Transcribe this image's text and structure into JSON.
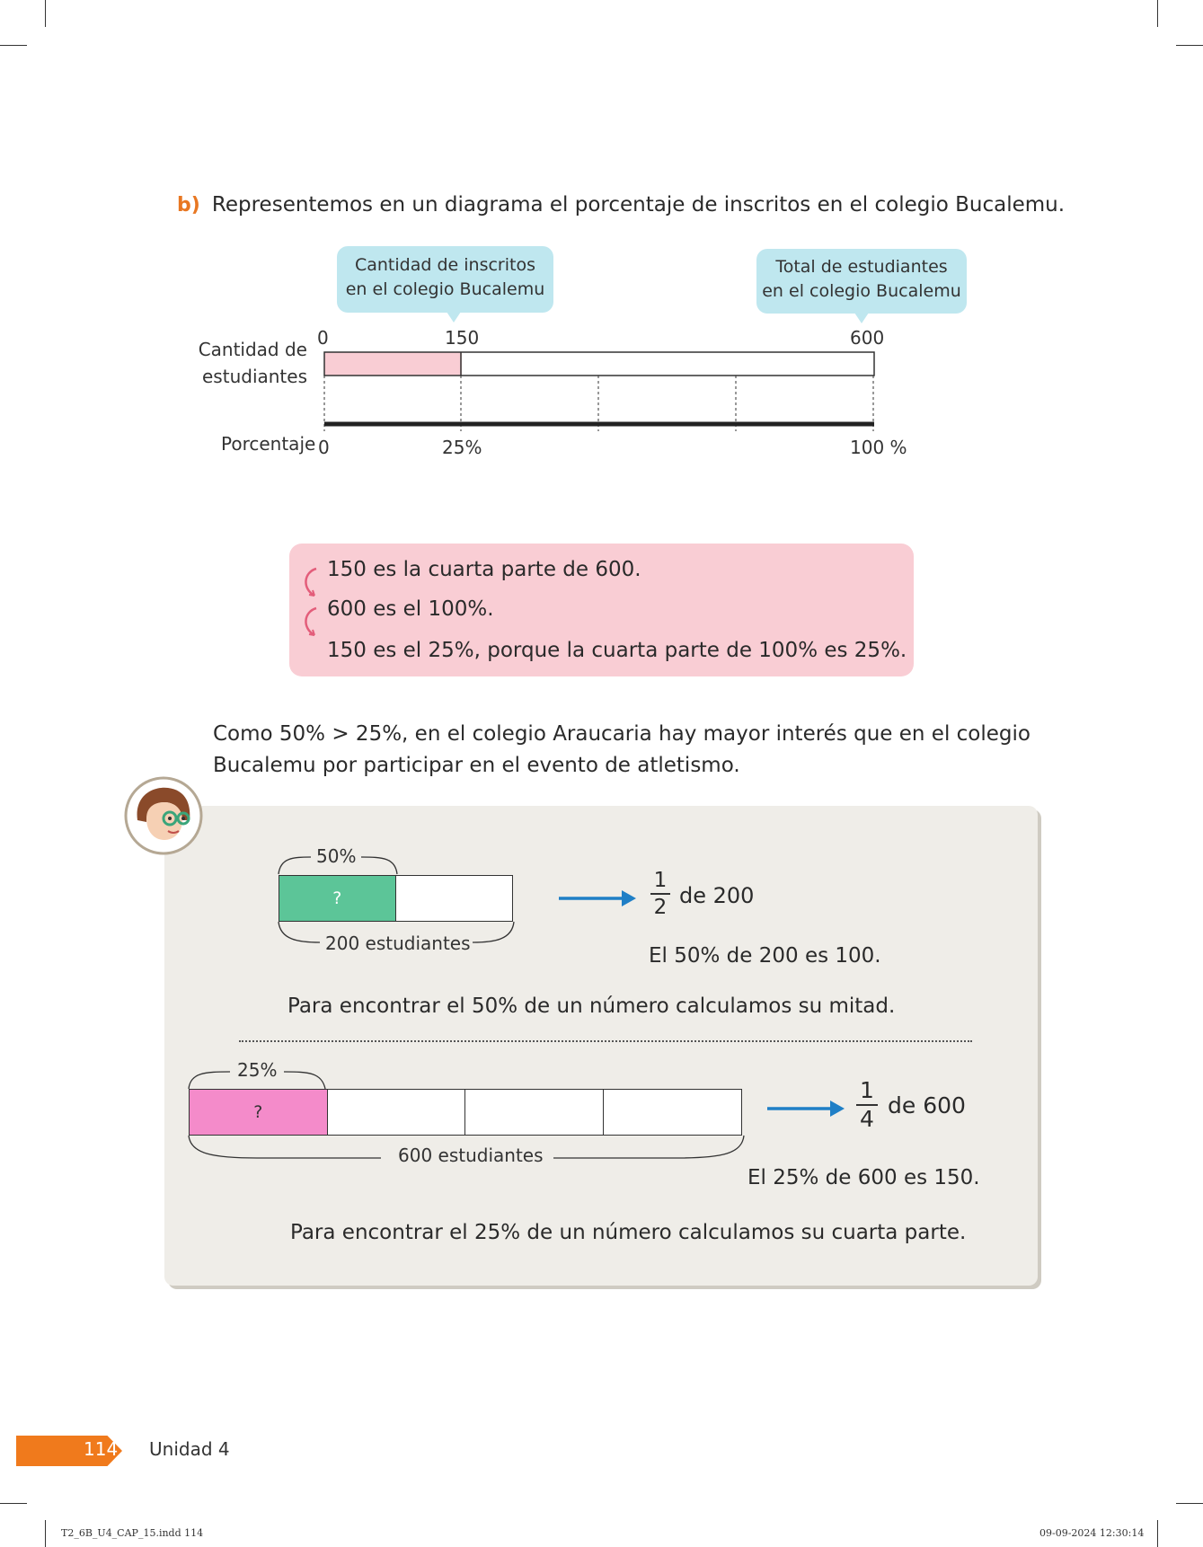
{
  "question": {
    "letter": "b)",
    "text": "Representemos en un diagrama el porcentaje de inscritos en el colegio Bucalemu."
  },
  "diagram": {
    "bubble_left": {
      "line1": "Cantidad de inscritos",
      "line2": "en el colegio Bucalemu"
    },
    "bubble_right": {
      "line1": "Total de estudiantes",
      "line2": "en el colegio Bucalemu"
    },
    "row1_label": {
      "line1": "Cantidad de",
      "line2": "estudiantes"
    },
    "row2_label": "Porcentaje",
    "top_ticks": {
      "t0": "0",
      "t1": "150",
      "t2": "600"
    },
    "bottom_ticks": {
      "t0": "0",
      "t1": "25%",
      "t2": "100 %"
    },
    "shaded_fraction": 0.25,
    "colors": {
      "shaded": "#f9cdd4"
    }
  },
  "explanation": {
    "lines": [
      "150 es la cuarta parte de 600.",
      "600 es el 100%.",
      "150 es el 25%, porque la cuarta parte de 100% es 25%."
    ],
    "colors": {
      "background": "#f9cdd4",
      "arrow": "#e35d7a"
    }
  },
  "conclusion": {
    "line1": "Como 50% > 25%, en el colegio Araucaria hay mayor interés que en el colegio",
    "line2": "Bucalemu por participar en el evento de atletismo."
  },
  "panel": {
    "avatar_icon": "girl-with-glasses-avatar-icon",
    "example1": {
      "percent_label": "50%",
      "cell_label": "?",
      "total_label": "200 estudiantes",
      "fraction_num": "1",
      "fraction_den": "2",
      "fraction_text": "de 200",
      "result": "El 50% de 200 es 100.",
      "rule": "Para encontrar el 50% de un número calculamos su mitad.",
      "shaded_fraction": 0.5,
      "color": "#5cc598"
    },
    "example2": {
      "percent_label": "25%",
      "cell_label": "?",
      "total_label": "600 estudiantes",
      "fraction_num": "1",
      "fraction_den": "4",
      "fraction_text": "de 600",
      "result": "El 25% de 600 es 150.",
      "rule": "Para encontrar el 25% de un número calculamos su cuarta parte.",
      "shaded_fraction": 0.25,
      "color": "#f48bca"
    },
    "arrow_color": "#1f7fc6"
  },
  "footer": {
    "page_number": "114",
    "unit": "Unidad 4",
    "file_info": "T2_6B_U4_CAP_15.indd 114",
    "timestamp": "09-09-2024 12:30:14"
  }
}
